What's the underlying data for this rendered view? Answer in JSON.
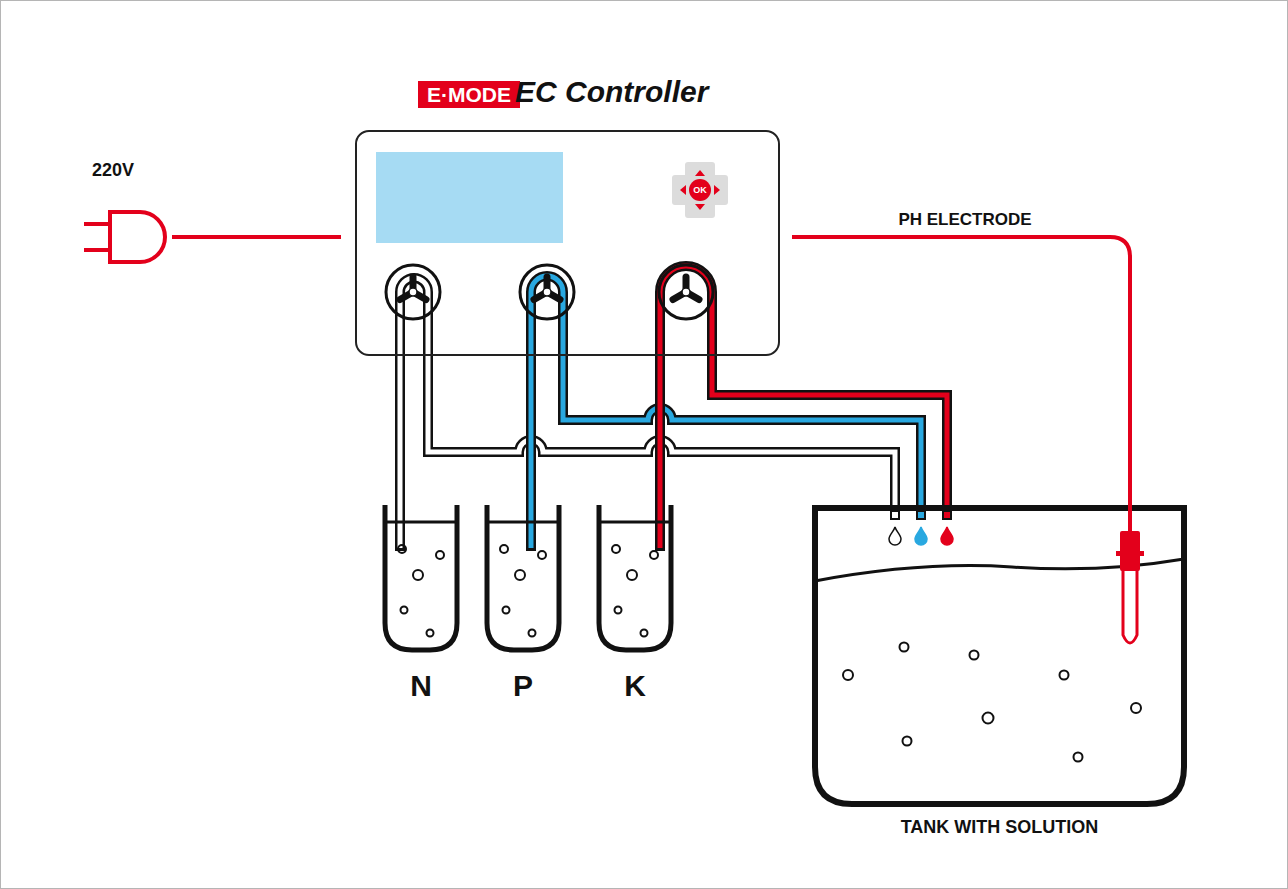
{
  "diagram": {
    "nodes": [
      {
        "text": [
          "E·MODE"
        ]
      },
      {
        "text": [
          "EC Controller"
        ]
      },
      {
        "text": [
          "N"
        ]
      },
      {
        "text": [
          "P"
        ]
      },
      {
        "text": [
          "K"
        ]
      },
      {
        "text": [
          "TANK WITH SOLUTION"
        ]
      }
    ],
    "edges": [
      {
        "from": 2,
        "to": 5,
        "arrow": "none"
      },
      {
        "from": 3,
        "to": 5,
        "arrow": "none"
      },
      {
        "from": 4,
        "to": 5,
        "arrow": "none"
      },
      {
        "from": 1,
        "to": 5,
        "label": "PH ELECTRODE",
        "arrow": "none"
      }
    ],
    "labels": [
      "220V",
      "OK"
    ]
  }
}
